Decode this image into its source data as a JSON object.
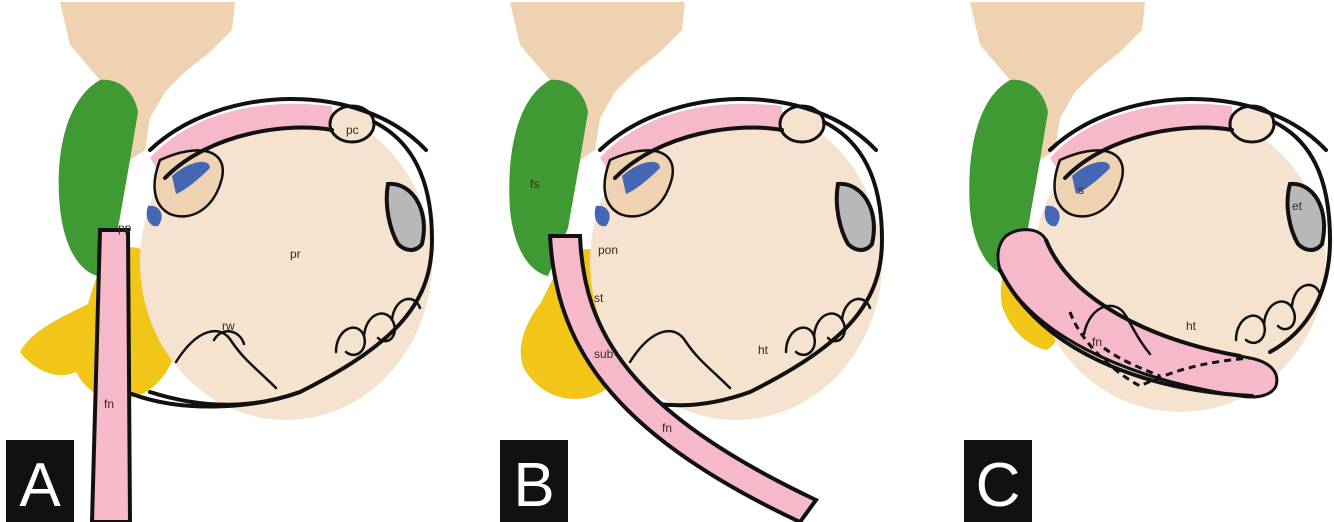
{
  "colors": {
    "bone": "#efd2b1",
    "cavity": "#f6e3cf",
    "pink": "#f5b9c9",
    "green": "#3f9a34",
    "yellow": "#f2c619",
    "blue": "#4466b5",
    "gray": "#b8b8b8",
    "ink": "#111111"
  },
  "panels": [
    {
      "letter": "A",
      "labels": {
        "pc": "pc",
        "pp": "pp",
        "pr": "pr",
        "rw": "rw",
        "fn": "fn"
      }
    },
    {
      "letter": "B",
      "labels": {
        "fs": "fs",
        "pon": "pon",
        "st": "st",
        "sub": "sub",
        "ht": "ht",
        "fn": "fn"
      }
    },
    {
      "letter": "C",
      "labels": {
        "s": "s",
        "et": "et",
        "ht": "ht",
        "fn": "fn"
      }
    }
  ]
}
